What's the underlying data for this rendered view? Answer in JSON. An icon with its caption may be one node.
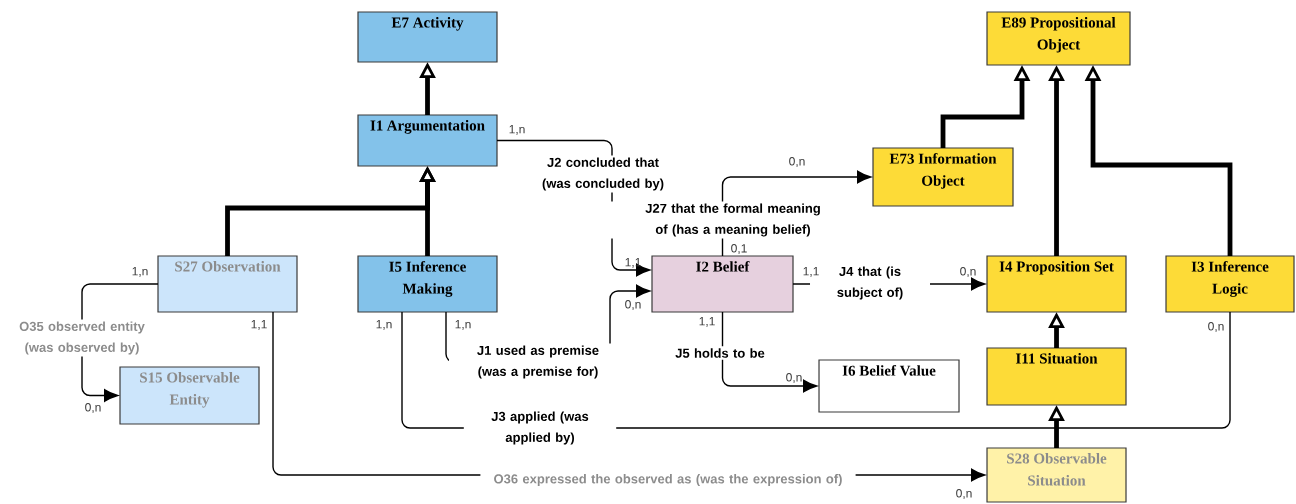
{
  "diagram": {
    "nodes": [
      {
        "text": [
          "E7 Activity"
        ]
      },
      {
        "text": [
          "E89 Propositional Object"
        ]
      },
      {
        "text": [
          "I1 Argumentation"
        ]
      },
      {
        "text": [
          "E73 Information Object"
        ]
      },
      {
        "text": [
          "S27 Observation"
        ]
      },
      {
        "text": [
          "I5 Inference Making"
        ]
      },
      {
        "text": [
          "I2 Belief"
        ]
      },
      {
        "text": [
          "I4 Proposition Set"
        ]
      },
      {
        "text": [
          "I3 Inference Logic"
        ]
      },
      {
        "text": [
          "S15 Observable Entity"
        ]
      },
      {
        "text": [
          "I11 Situation"
        ]
      },
      {
        "text": [
          "I6 Belief Value"
        ]
      },
      {
        "text": [
          "S28 Observable Situation"
        ]
      }
    ],
    "edges": [
      {
        "from": 2,
        "to": 0,
        "arrow": "to",
        "style": "thick"
      },
      {
        "from": 3,
        "to": 1,
        "arrow": "to",
        "style": "thick"
      },
      {
        "from": 7,
        "to": 1,
        "arrow": "to",
        "style": "thick"
      },
      {
        "from": 8,
        "to": 1,
        "arrow": "to",
        "style": "thick"
      },
      {
        "from": 4,
        "to": 2,
        "arrow": "to",
        "style": "thick"
      },
      {
        "from": 5,
        "to": 2,
        "arrow": "to",
        "style": "thick"
      },
      {
        "from": 10,
        "to": 7,
        "arrow": "to",
        "style": "thick"
      },
      {
        "from": 12,
        "to": 10,
        "arrow": "to",
        "style": "thick"
      },
      {
        "from": 2,
        "to": 6,
        "arrow": "to",
        "label": "J2 concluded that (was concluded by)"
      },
      {
        "from": 6,
        "to": 3,
        "arrow": "to",
        "label": "J27 that the formal meaning of (has a meaning belief)"
      },
      {
        "from": 5,
        "to": 6,
        "arrow": "to",
        "label": "J1 used as premise (was a premise for)"
      },
      {
        "from": 6,
        "to": 7,
        "arrow": "to",
        "label": "J4 that (is subject of)"
      },
      {
        "from": 6,
        "to": 11,
        "arrow": "to",
        "label": "J5 holds to be"
      },
      {
        "from": 4,
        "to": 9,
        "arrow": "to",
        "label": "O35 observed entity (was observed by)"
      },
      {
        "from": 5,
        "to": 8,
        "arrow": "none",
        "label": "J3 applied (was applied by)"
      },
      {
        "from": 4,
        "to": 12,
        "arrow": "to",
        "label": "O36 expressed the observed as (was the expression of)"
      }
    ],
    "labels": [
      "1,n",
      "0,n",
      "0,1",
      "1,n",
      "1,1",
      "1,1",
      "0,n",
      "0,n",
      "1,1",
      "1,n",
      "1,n",
      "1,1",
      "0,n",
      "0,n",
      "0,n",
      "0,n"
    ]
  }
}
